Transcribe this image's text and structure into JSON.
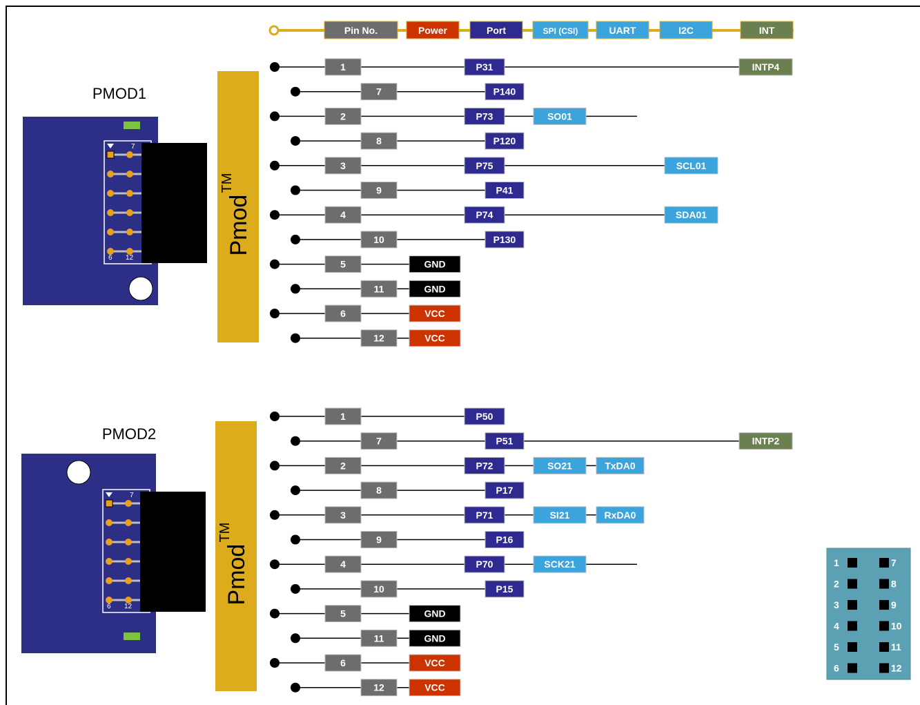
{
  "legend": {
    "items": [
      {
        "label": "Pin No.",
        "color": "#6d6d6d"
      },
      {
        "label": "Power",
        "color": "#cc3300"
      },
      {
        "label": "Port",
        "color": "#2e2a8f"
      },
      {
        "label": "SPI (CSI)",
        "color": "#3ba4dc"
      },
      {
        "label": "UART",
        "color": "#3ba4dc"
      },
      {
        "label": "I2C",
        "color": "#3ba4dc"
      },
      {
        "label": "INT",
        "color": "#6b7f50"
      }
    ]
  },
  "colors": {
    "pin": "#6d6d6d",
    "power": "#cc3300",
    "gnd": "#000000",
    "port": "#2e2a8f",
    "func": "#3ba4dc",
    "int": "#6b7f50",
    "pmod_bar": "#dcac1c",
    "board": "#2d2f86",
    "connector_panel": "#5ca1b3"
  },
  "connectors": [
    {
      "title": "PMOD1",
      "pmod_label": "Pmod",
      "pmod_tm": "TM",
      "header_top_label": "7",
      "header_bottom_left": "6",
      "header_bottom_right": "12",
      "rows": [
        {
          "pin": "1",
          "port": "P31",
          "funcs": [],
          "int": "INTP4"
        },
        {
          "pin": "7",
          "port": "P140",
          "funcs": [],
          "int": ""
        },
        {
          "pin": "2",
          "port": "P73",
          "funcs": [
            "SO01"
          ],
          "int": ""
        },
        {
          "pin": "8",
          "port": "P120",
          "funcs": [],
          "int": ""
        },
        {
          "pin": "3",
          "port": "P75",
          "funcs": [
            "SCL01"
          ],
          "int": ""
        },
        {
          "pin": "9",
          "port": "P41",
          "funcs": [],
          "int": ""
        },
        {
          "pin": "4",
          "port": "P74",
          "funcs": [
            "SDA01"
          ],
          "int": ""
        },
        {
          "pin": "10",
          "port": "P130",
          "funcs": [],
          "int": ""
        },
        {
          "pin": "5",
          "power": "GND"
        },
        {
          "pin": "11",
          "power": "GND"
        },
        {
          "pin": "6",
          "power": "VCC"
        },
        {
          "pin": "12",
          "power": "VCC"
        }
      ]
    },
    {
      "title": "PMOD2",
      "pmod_label": "Pmod",
      "pmod_tm": "TM",
      "header_top_label": "7",
      "header_bottom_left": "6",
      "header_bottom_right": "12",
      "rows": [
        {
          "pin": "1",
          "port": "P50",
          "funcs": [],
          "int": ""
        },
        {
          "pin": "7",
          "port": "P51",
          "funcs": [],
          "int": "INTP2"
        },
        {
          "pin": "2",
          "port": "P72",
          "funcs": [
            "SO21",
            "TxDA0"
          ],
          "int": ""
        },
        {
          "pin": "8",
          "port": "P17",
          "funcs": [],
          "int": ""
        },
        {
          "pin": "3",
          "port": "P71",
          "funcs": [
            "SI21",
            "RxDA0"
          ],
          "int": ""
        },
        {
          "pin": "9",
          "port": "P16",
          "funcs": [],
          "int": ""
        },
        {
          "pin": "4",
          "port": "P70",
          "funcs": [
            "SCK21"
          ],
          "int": ""
        },
        {
          "pin": "10",
          "port": "P15",
          "funcs": [],
          "int": ""
        },
        {
          "pin": "5",
          "power": "GND"
        },
        {
          "pin": "11",
          "power": "GND"
        },
        {
          "pin": "6",
          "power": "VCC"
        },
        {
          "pin": "12",
          "power": "VCC"
        }
      ]
    }
  ],
  "pin_grid": {
    "left": [
      "1",
      "2",
      "3",
      "4",
      "5",
      "6"
    ],
    "right": [
      "7",
      "8",
      "9",
      "10",
      "11",
      "12"
    ]
  }
}
